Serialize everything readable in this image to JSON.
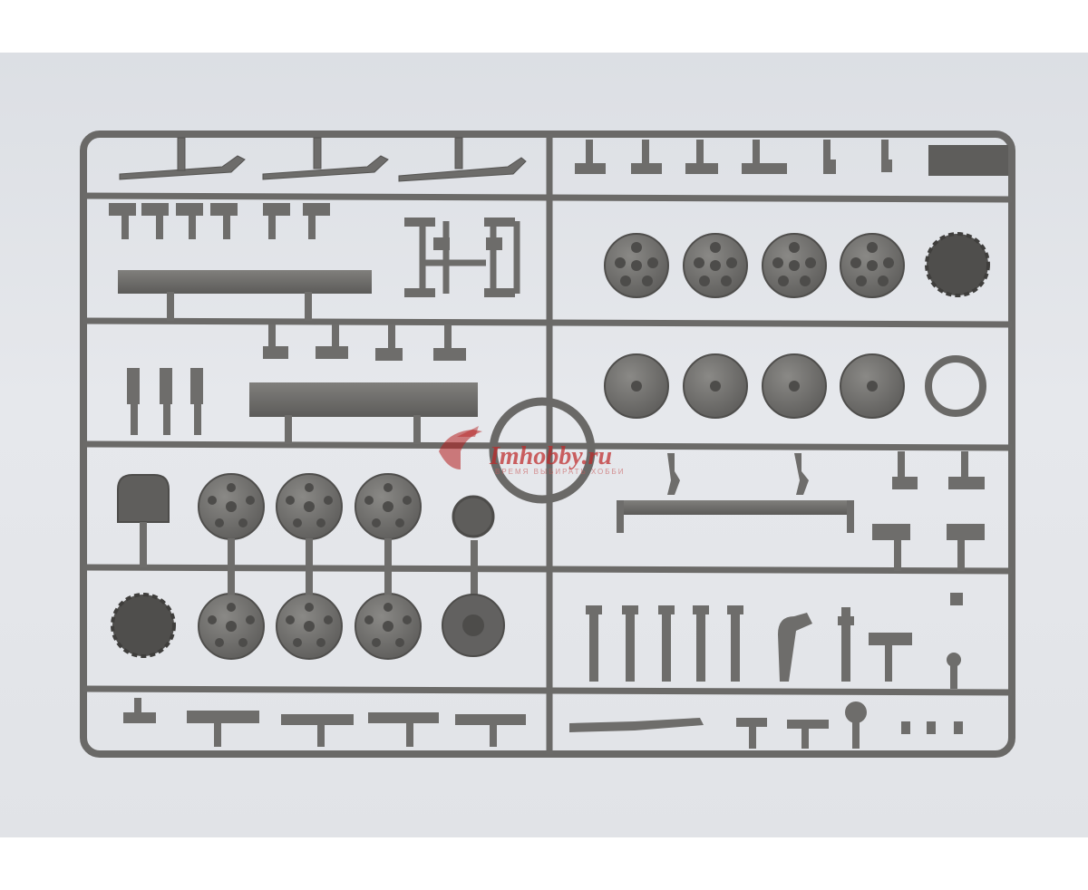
{
  "image": {
    "subject": "model-kit-sprue",
    "background_color": "#e3e5e9",
    "plastic_color": "#6f6e6c"
  },
  "watermark": {
    "brand": "Imhobby.ru",
    "tagline": "ВРЕМЯ ВЫБИРАТЬ ХОББИ",
    "color": "#be2828"
  }
}
